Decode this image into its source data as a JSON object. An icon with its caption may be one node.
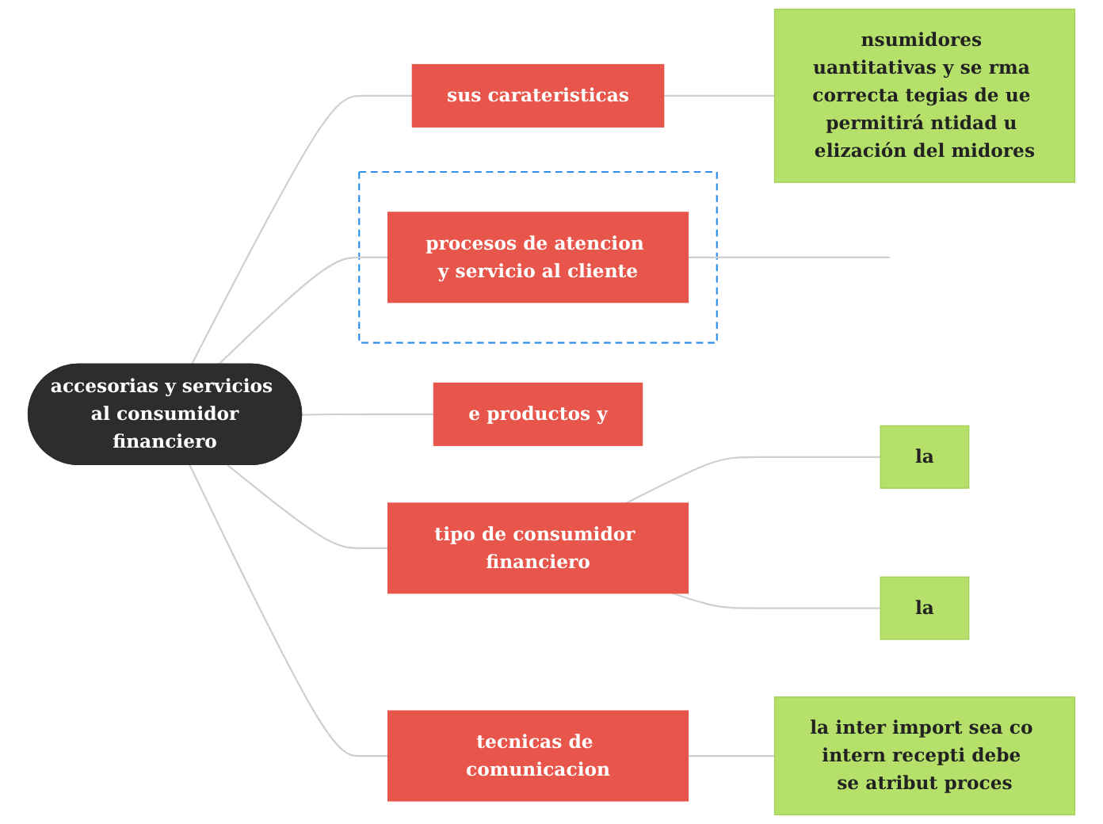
{
  "diagram": {
    "nodes": [
      {
        "text": [
          "accesorias y servicios  al consumidor financiero"
        ]
      },
      {
        "text": [
          "sus carateristicas"
        ]
      },
      {
        "text": [
          "nsumidores uantitativas y se rma correcta tegias de ue permitirá ntidad u elización del midores"
        ]
      },
      {
        "text": [],
        "shape": "box"
      },
      {
        "text": [
          "procesos de atencion y servicio al cliente"
        ],
        "in": 3
      },
      {
        "text": [
          "e productos y"
        ]
      },
      {
        "text": [
          "tipo de consumidor financiero"
        ]
      },
      {
        "text": [
          "la"
        ]
      },
      {
        "text": [
          "la"
        ]
      },
      {
        "text": [
          "tecnicas de comunicacion"
        ]
      },
      {
        "text": [
          "la inter import sea co intern recepti debe se atribut proces"
        ]
      }
    ],
    "edges": [
      {
        "from": 0,
        "to": 1,
        "arrow": "none"
      },
      {
        "from": 1,
        "to": 2,
        "arrow": "none"
      },
      {
        "from": 0,
        "to": 4,
        "arrow": "none"
      },
      {
        "from": 4,
        "to": null,
        "arrow": "none"
      },
      {
        "from": 0,
        "to": 5,
        "arrow": "none"
      },
      {
        "from": 0,
        "to": 6,
        "arrow": "none"
      },
      {
        "from": 6,
        "to": 7,
        "arrow": "none"
      },
      {
        "from": 6,
        "to": 8,
        "arrow": "none"
      },
      {
        "from": 0,
        "to": 9,
        "arrow": "none"
      },
      {
        "from": 9,
        "to": 10,
        "arrow": "none"
      }
    ]
  }
}
